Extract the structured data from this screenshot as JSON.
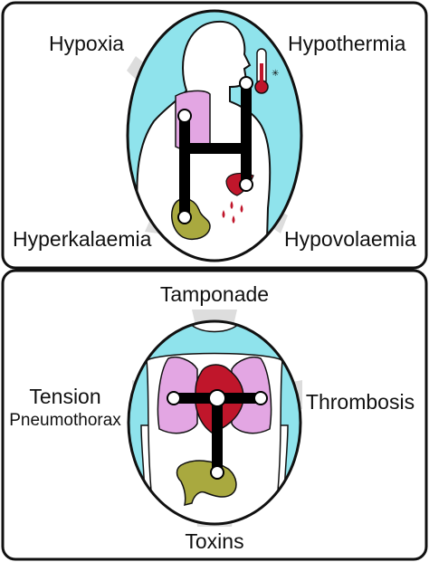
{
  "colors": {
    "cyan": "#8fe3ec",
    "lung_pink": "#e3a6e3",
    "heart_red": "#c0162b",
    "organ_olive": "#a9a93f",
    "connector": "#000000",
    "node": "#ffffff",
    "beam": "#d6d6d6"
  },
  "top_panel": {
    "labels": {
      "hypoxia": "Hypoxia",
      "hypothermia": "Hypothermia",
      "hyperkalaemia": "Hyperkalaemia",
      "hypovolaemia": "Hypovolaemia"
    },
    "icons": [
      "human-silhouette-icon",
      "lung-icon",
      "thermometer-icon",
      "kidney-icon",
      "liver-icon",
      "blood-drops-icon"
    ]
  },
  "bottom_panel": {
    "labels": {
      "tamponade": "Tamponade",
      "tension_line1": "Tension",
      "tension_line2": "Pneumothorax",
      "thrombosis": "Thrombosis",
      "toxins": "Toxins"
    },
    "icons": [
      "torso-icon",
      "lungs-icon",
      "heart-icon",
      "stomach-icon"
    ]
  }
}
